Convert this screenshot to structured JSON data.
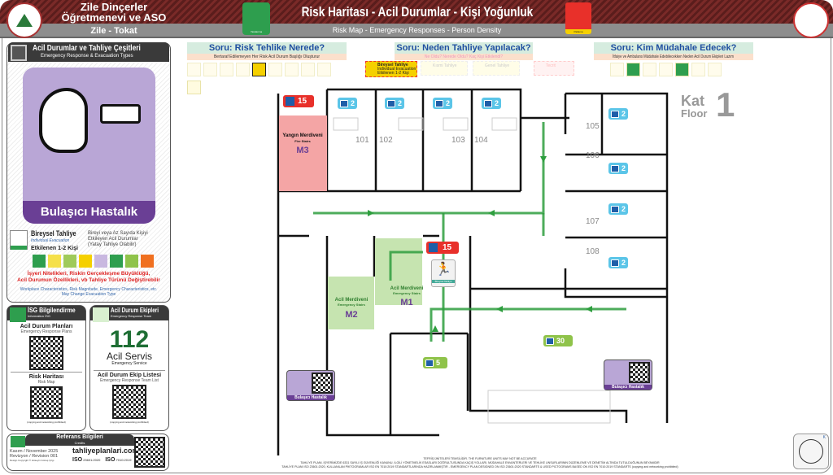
{
  "header": {
    "org_line1": "Zile Dinçerler",
    "org_line2": "Öğretmenevi ve ASO",
    "location": "Zile - Tokat",
    "title": "Risk Haritası - Acil Durumlar - Kişi Yoğunluk",
    "subtitle": "Risk Map - Emergency Responses - Person Density",
    "left_pict_label": "Yaralanma",
    "right_pict_label": "Patlama",
    "brand_color": "#6b2422"
  },
  "questions": [
    {
      "title": "Soru: Risk Tehlike Nerede?",
      "sub": "Bertaraf Edilemeyen Her Risk Acil Durum Başlığı Oluşturur"
    },
    {
      "title": "Soru: Neden Tahliye Yapılacak?",
      "sub": "Ne Oldu? Nerede Oldu? Kaç Kişi Etkilendi?",
      "active": {
        "title": "Bireysel Tahliye",
        "en": "Individual Evacuation",
        "sub": "Etkilenen 1-2 Kişi"
      },
      "inactive": [
        "Kısmi Tahliye",
        "Genel Tahliye",
        "Tecrit"
      ]
    },
    {
      "title": "Soru: Kim Müdahale Edecek?",
      "sub": "İtfaiye ve Ambulans Müdahale Edebilecekken Neden Acil Durum Ekipleri Lazım"
    }
  ],
  "left": {
    "title": "Acil Durumlar ve Tahliye Çeşitleri",
    "title_en": "Emergency Response & Evacuation Types",
    "card_label": "Bulaşıcı Hastalık",
    "evac_title": "Bireysel Tahliye",
    "evac_en": "Individual Evacuation",
    "evac_count": "Etkilenen 1-2 Kişi",
    "evac_desc": [
      "Bireyi veya Az Sayıda Kişiyi",
      "Etkileyen Acil Durumlar",
      "(Yatay Tahliye Olabilir)"
    ],
    "warning_tr": [
      "İşyeri Nitelikleri, Riskin Gerçekleşme Büyüklüğü,",
      "Acil Durumun Özellikleri, vb Tahliye Türünü Değiştirebilir"
    ],
    "warning_en": [
      "Workplace Characteristics, Risk Magnitude, Emergency Characteristics, etc.",
      "May Change Evacuation Type"
    ]
  },
  "isg": {
    "title": "İSG Bilgilendirme",
    "en": "Information İSG",
    "plans": "Acil Durum Planları",
    "plans_en": "Emergency Response Plans",
    "riskmap": "Risk Haritası",
    "riskmap_en": "Risk Map",
    "note": "(copying and networking prohibited)"
  },
  "team": {
    "title": "Acil Durum Ekipleri",
    "en": "Emergency Response Team",
    "number": "112",
    "service": "Acil Servis",
    "service_en": "Emergency Service",
    "list": "Acil Durum Ekip Listesi",
    "list_en": "Emergency Response Team List",
    "note": "(copying and networking prohibited)"
  },
  "credits": {
    "title": "Referans Bilgileri",
    "en": "Credits",
    "date": "Kasım / November 2025",
    "rev": "Revizyon / Revision 001",
    "copy": "Design Copyright © Hüseyin Güneş Çılgı",
    "site": "tahliyeplanlari.com",
    "iso1": "23601:2020",
    "iso2": "7010:2019"
  },
  "floor": {
    "kat": "Kat",
    "floor": "Floor",
    "number": "1",
    "rooms": [
      "101",
      "102",
      "103",
      "104",
      "105",
      "106",
      "107",
      "108"
    ],
    "beds": "2",
    "m3": {
      "label": "Yangın Merdiveni",
      "en": "Fire Stairs",
      "code": "M3",
      "count": "15"
    },
    "m2": {
      "label": "Acil Merdiveni",
      "en": "Emergency Stairs",
      "code": "M2"
    },
    "m1": {
      "label": "Acil Merdiveni",
      "en": "Emergency Stairs",
      "code": "M1",
      "count": "15"
    },
    "exit_label": "Bireysel Tahliye",
    "restaurant": "30",
    "meeting": "5",
    "disease_label": "Bulaşıcı Hastalık",
    "route_color": "#2e9e3e"
  },
  "footer": [
    "TEFRİŞ ÜNİTELERİ TEMSİLİDİR. THE FURNITURE UNITS MAY NOT BE ACCURATE",
    "TAHLİYE PLANI, İŞYERİMİZDE 6331 SAYILI İŞ GÜVENLİĞİ KANUNU, İLGİLİ YÖNETMELİK ESASLARI DOĞRULTUSUNDA KAÇIŞ YOLLARI, MÜDAHALE ENVANTERLERİ VE TEHLİKE UNSURLARININ DÜZENLEME VE DENETİM ALTINDA TUTULDUĞUNUN BEYANIDIR",
    "TAHLİYE PLANI ISO 23601:2020, KULLANILAN PİKTOGRAMLAR ISO EN 7010:2019 STANDARTLARINDA HAZIRLANMIŞTIR - EMERGENCY PLAN DESIGNED ON ISO 23601:2020 STANDARTS & USED PICTOGRAMS BASED ON ISO EN 7010:2019 STANDARTS (copying and networking prohibited)"
  ],
  "compass": {
    "north": "K"
  }
}
